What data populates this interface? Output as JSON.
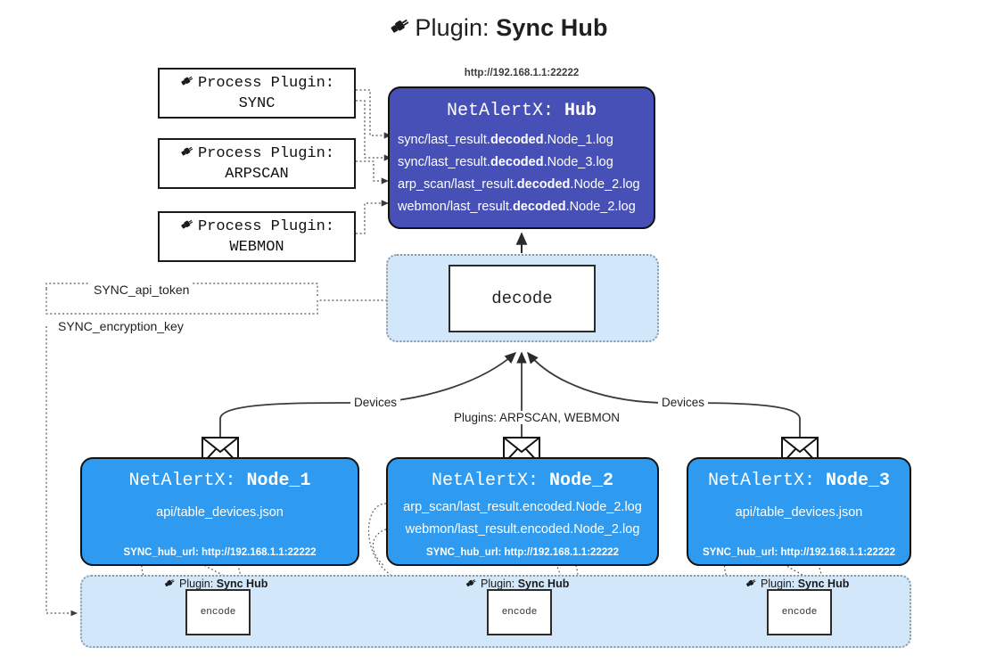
{
  "title": {
    "icon": "plug-icon",
    "prefix": "Plugin: ",
    "name": "Sync Hub"
  },
  "process_plugins": [
    {
      "icon": "plug-icon",
      "line1": "Process Plugin:",
      "line2": "SYNC"
    },
    {
      "icon": "plug-icon",
      "line1": "Process Plugin:",
      "line2": "ARPSCAN"
    },
    {
      "icon": "plug-icon",
      "line1": "Process Plugin:",
      "line2": "WEBMON"
    }
  ],
  "hub": {
    "url": "http://192.168.1.1:22222",
    "title_prefix": "NetAlertX: ",
    "title_name": "Hub",
    "logs": [
      {
        "pre": "sync/last_result.",
        "em": "decoded",
        "post": ".Node_1.log"
      },
      {
        "pre": "sync/last_result.",
        "em": "decoded",
        "post": ".Node_3.log"
      },
      {
        "pre": "arp_scan/last_result.",
        "em": "decoded",
        "post": ".Node_2.log"
      },
      {
        "pre": "webmon/last_result.",
        "em": "decoded",
        "post": ".Node_2.log"
      }
    ]
  },
  "decode": {
    "label": "decode"
  },
  "secrets": {
    "api_token": "SYNC_api_token",
    "encryption_key": "SYNC_encryption_key"
  },
  "edge_labels": {
    "devices_left": "Devices",
    "devices_right": "Devices",
    "plugins_center": "Plugins: ARPSCAN, WEBMON"
  },
  "nodes": [
    {
      "envelope_icon": "envelope-icon",
      "title_prefix": "NetAlertX: ",
      "title_name": "Node_1",
      "lines": [
        "api/table_devices.json"
      ],
      "footer": "SYNC_hub_url: http://192.168.1.1:22222"
    },
    {
      "envelope_icon": "envelope-icon",
      "title_prefix": "NetAlertX: ",
      "title_name": "Node_2",
      "lines": [
        "arp_scan/last_result.encoded.Node_2.log",
        "webmon/last_result.encoded.Node_2.log"
      ],
      "footer": "SYNC_hub_url: http://192.168.1.1:22222"
    },
    {
      "envelope_icon": "envelope-icon",
      "title_prefix": "NetAlertX: ",
      "title_name": "Node_3",
      "lines": [
        "api/table_devices.json"
      ],
      "footer": "SYNC_hub_url: http://192.168.1.1:22222"
    }
  ],
  "encoders": [
    {
      "icon": "plug-icon",
      "label_prefix": "Plugin: ",
      "label_name": "Sync Hub",
      "box_label": "encode"
    },
    {
      "icon": "plug-icon",
      "label_prefix": "Plugin: ",
      "label_name": "Sync Hub",
      "box_label": "encode"
    },
    {
      "icon": "plug-icon",
      "label_prefix": "Plugin: ",
      "label_name": "Sync Hub",
      "box_label": "encode"
    }
  ],
  "colors": {
    "hub_fill": "#4650b6",
    "node_fill": "#2e9bf0",
    "container_fill": "#d3e7fa",
    "stroke": "#111111",
    "dotted_stroke": "#555555"
  }
}
